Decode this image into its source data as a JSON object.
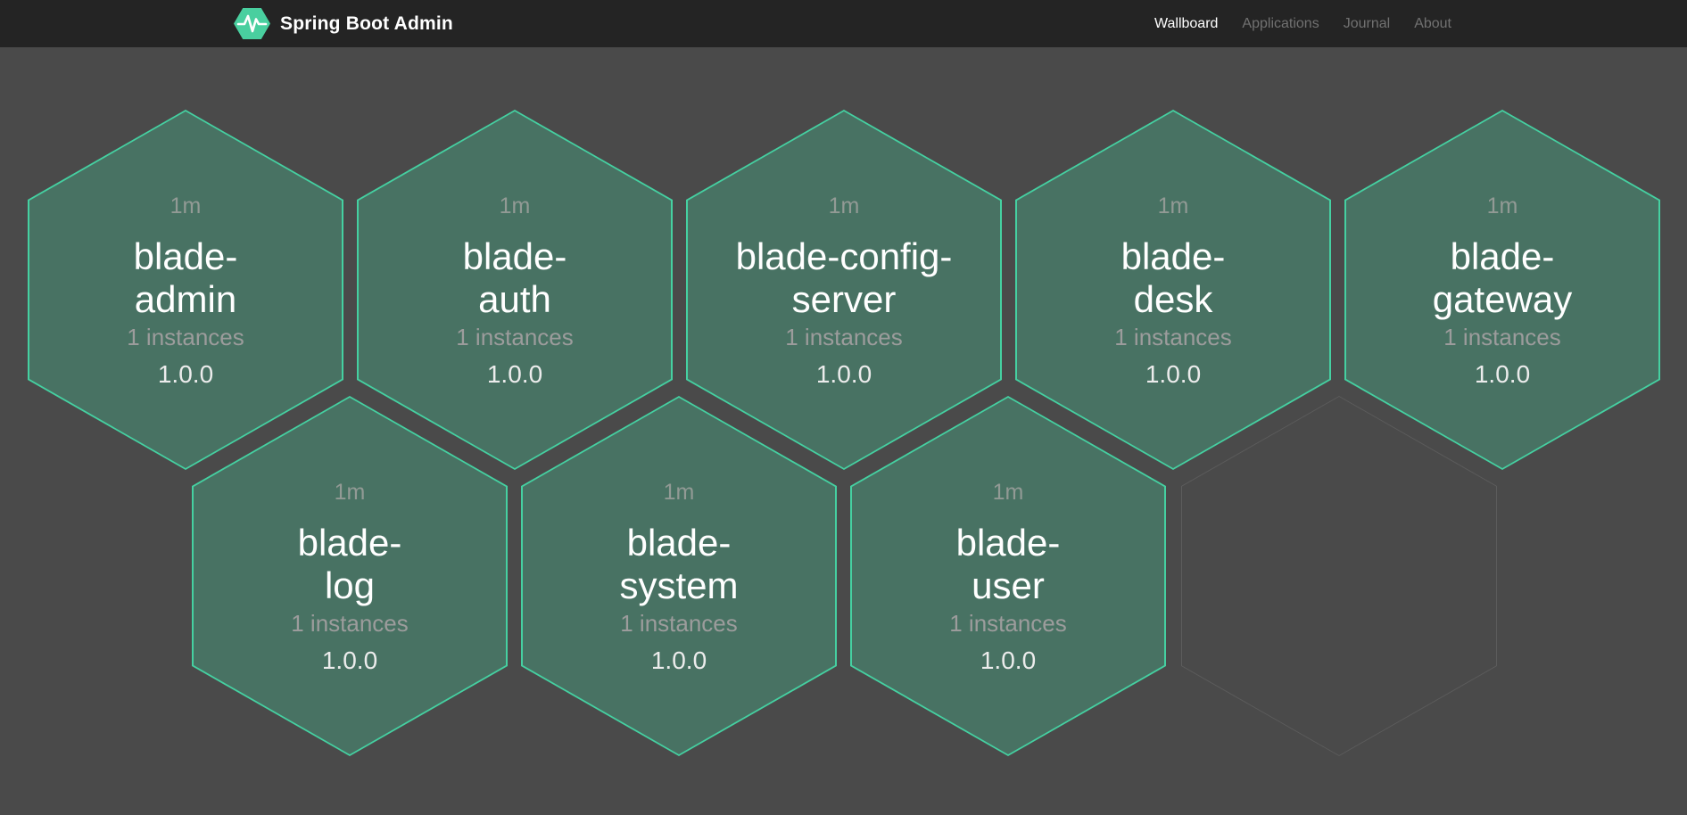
{
  "navbar": {
    "brand": "Spring Boot Admin",
    "brand_icon": "hexagon-pulse-icon",
    "items": [
      {
        "label": "Wallboard",
        "active": true
      },
      {
        "label": "Applications",
        "active": false
      },
      {
        "label": "Journal",
        "active": false
      },
      {
        "label": "About",
        "active": false
      }
    ]
  },
  "wallboard": {
    "applications": [
      {
        "time_ago": "1m",
        "name": "blade-admin",
        "name_lines": [
          "blade-",
          "admin"
        ],
        "instances_label": "1 instances",
        "version": "1.0.0",
        "status": "up"
      },
      {
        "time_ago": "1m",
        "name": "blade-auth",
        "name_lines": [
          "blade-",
          "auth"
        ],
        "instances_label": "1 instances",
        "version": "1.0.0",
        "status": "up"
      },
      {
        "time_ago": "1m",
        "name": "blade-config-server",
        "name_lines": [
          "blade-config-",
          "server"
        ],
        "instances_label": "1 instances",
        "version": "1.0.0",
        "status": "up"
      },
      {
        "time_ago": "1m",
        "name": "blade-desk",
        "name_lines": [
          "blade-",
          "desk"
        ],
        "instances_label": "1 instances",
        "version": "1.0.0",
        "status": "up"
      },
      {
        "time_ago": "1m",
        "name": "blade-gateway",
        "name_lines": [
          "blade-",
          "gateway"
        ],
        "instances_label": "1 instances",
        "version": "1.0.0",
        "status": "up"
      },
      {
        "time_ago": "1m",
        "name": "blade-log",
        "name_lines": [
          "blade-",
          "log"
        ],
        "instances_label": "1 instances",
        "version": "1.0.0",
        "status": "up"
      },
      {
        "time_ago": "1m",
        "name": "blade-system",
        "name_lines": [
          "blade-",
          "system"
        ],
        "instances_label": "1 instances",
        "version": "1.0.0",
        "status": "up"
      },
      {
        "time_ago": "1m",
        "name": "blade-user",
        "name_lines": [
          "blade-",
          "user"
        ],
        "instances_label": "1 instances",
        "version": "1.0.0",
        "status": "up"
      }
    ],
    "empty_slots": 1
  },
  "colors": {
    "accent": "#45d0a1",
    "hex-fill": "#487263",
    "page-bg": "#4a4a4a",
    "navbar-bg": "#242424"
  }
}
